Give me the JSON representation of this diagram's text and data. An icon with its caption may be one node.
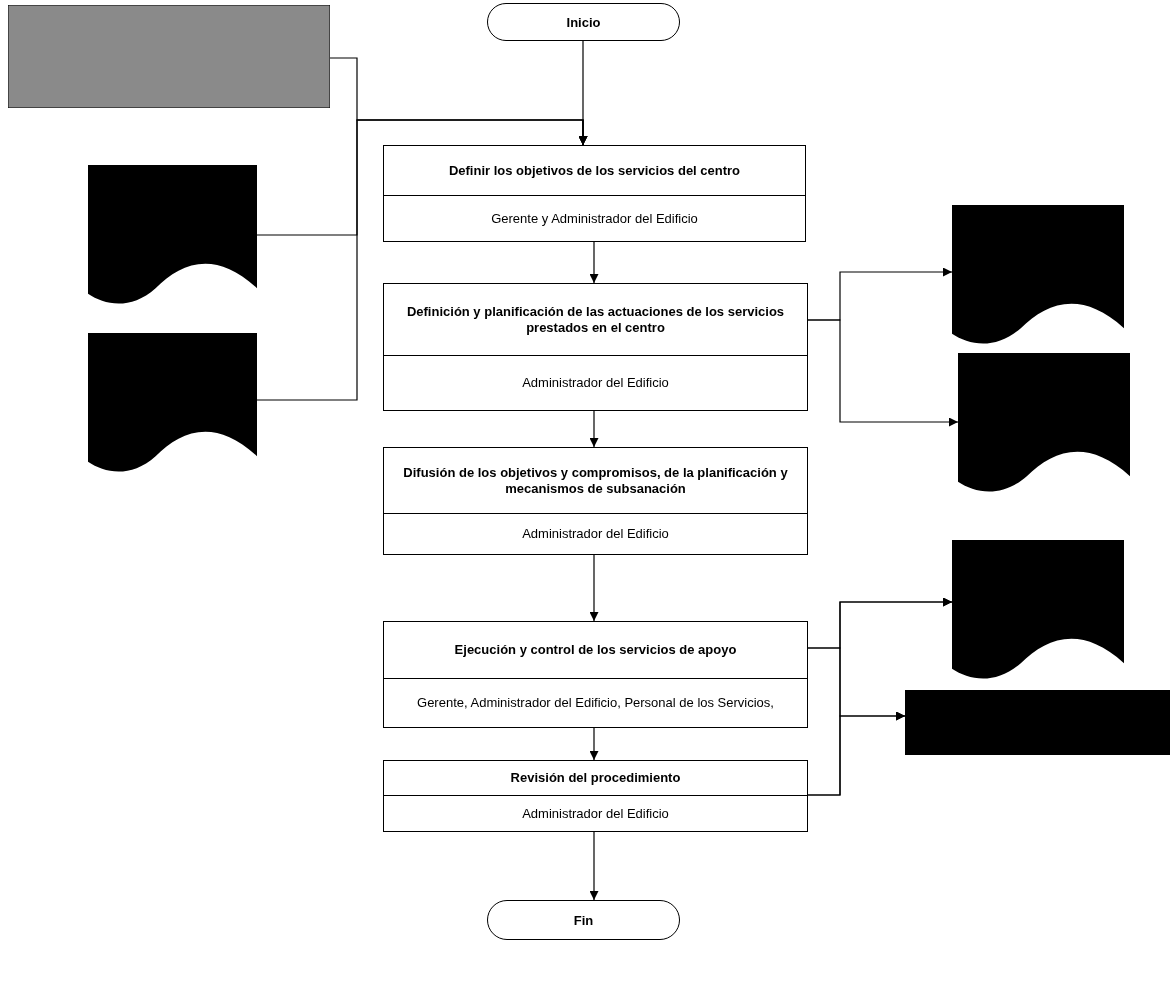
{
  "diagram": {
    "nodes": [
      {
        "text": [
          "Inicio"
        ]
      },
      {
        "text": [],
        "shape": "box"
      },
      {
        "text": [],
        "shape": "document"
      },
      {
        "text": [],
        "shape": "document"
      },
      {
        "text": [
          "Definir los objetivos de los servicios del centro",
          "Gerente y Administrador del Edificio"
        ]
      },
      {
        "text": [],
        "shape": "document"
      },
      {
        "text": [
          "Definición y planificación de las actuaciones de los servicios prestados en el centro",
          "Administrador del Edificio"
        ]
      },
      {
        "text": [],
        "shape": "document"
      },
      {
        "text": [
          "Difusión de los objetivos y compromisos, de la planificación y mecanismos de subsanación",
          "Administrador del Edificio"
        ]
      },
      {
        "text": [],
        "shape": "document"
      },
      {
        "text": [
          "Ejecución y control de los servicios de apoyo",
          "Gerente, Administrador del Edificio, Personal de los Servicios,"
        ]
      },
      {
        "text": [],
        "shape": "box"
      },
      {
        "text": [
          "Revisión del procedimiento",
          "Administrador del Edificio"
        ]
      },
      {
        "text": [
          "Fin"
        ]
      }
    ],
    "edges": [
      {
        "from": 0,
        "to": 4,
        "arrow": "to"
      },
      {
        "from": 1,
        "to": 4,
        "arrow": "to"
      },
      {
        "from": 2,
        "to": 4,
        "arrow": "to"
      },
      {
        "from": 3,
        "to": 4,
        "arrow": "to"
      },
      {
        "from": 4,
        "to": 6,
        "arrow": "to"
      },
      {
        "from": 6,
        "to": 5,
        "arrow": "to"
      },
      {
        "from": 6,
        "to": 7,
        "arrow": "to"
      },
      {
        "from": 6,
        "to": 8,
        "arrow": "to"
      },
      {
        "from": 8,
        "to": 10,
        "arrow": "to"
      },
      {
        "from": 10,
        "to": 9,
        "arrow": "to"
      },
      {
        "from": 10,
        "to": 11,
        "arrow": "to"
      },
      {
        "from": 10,
        "to": 12,
        "arrow": "to"
      },
      {
        "from": 12,
        "to": 9,
        "arrow": "to"
      },
      {
        "from": 12,
        "to": 11,
        "arrow": "to"
      },
      {
        "from": 12,
        "to": 13,
        "arrow": "to"
      }
    ]
  }
}
